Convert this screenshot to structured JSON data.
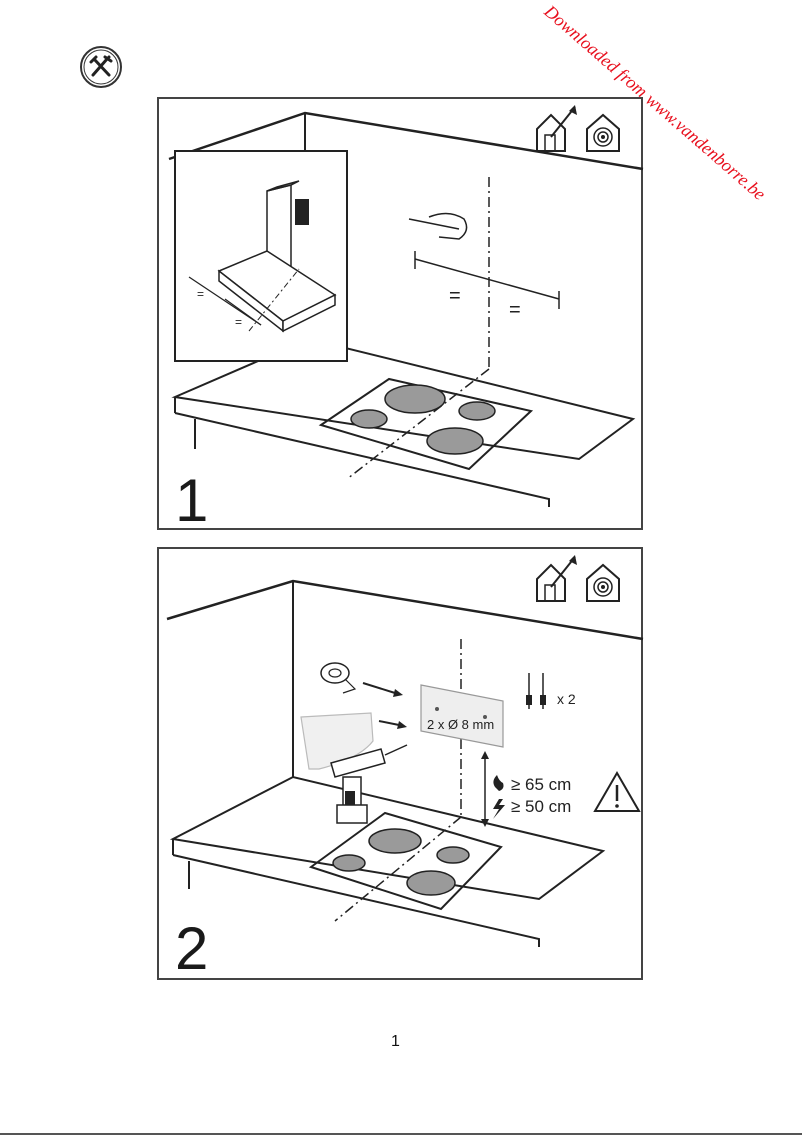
{
  "watermark": {
    "text": "Downloaded from www.vandenborre.be"
  },
  "icons": {
    "tools": "tools-icon",
    "ducted": "house-ducted-icon",
    "recirculation": "house-recirculation-icon",
    "warning": "warning-triangle-icon"
  },
  "panel1": {
    "step": "1",
    "equal_left": "=",
    "equal_right": "=",
    "inset_equal_a": "=",
    "inset_equal_b": "="
  },
  "panel2": {
    "step": "2",
    "screws_count": "x 2",
    "drill_spec": "2 x Ø 8 mm",
    "gas_distance": "≥ 65 cm",
    "electric_distance": "≥ 50 cm"
  },
  "page": {
    "number": "1"
  },
  "colors": {
    "watermark": "#e8101e",
    "burner": "#9a9a9a",
    "line": "#222222"
  }
}
